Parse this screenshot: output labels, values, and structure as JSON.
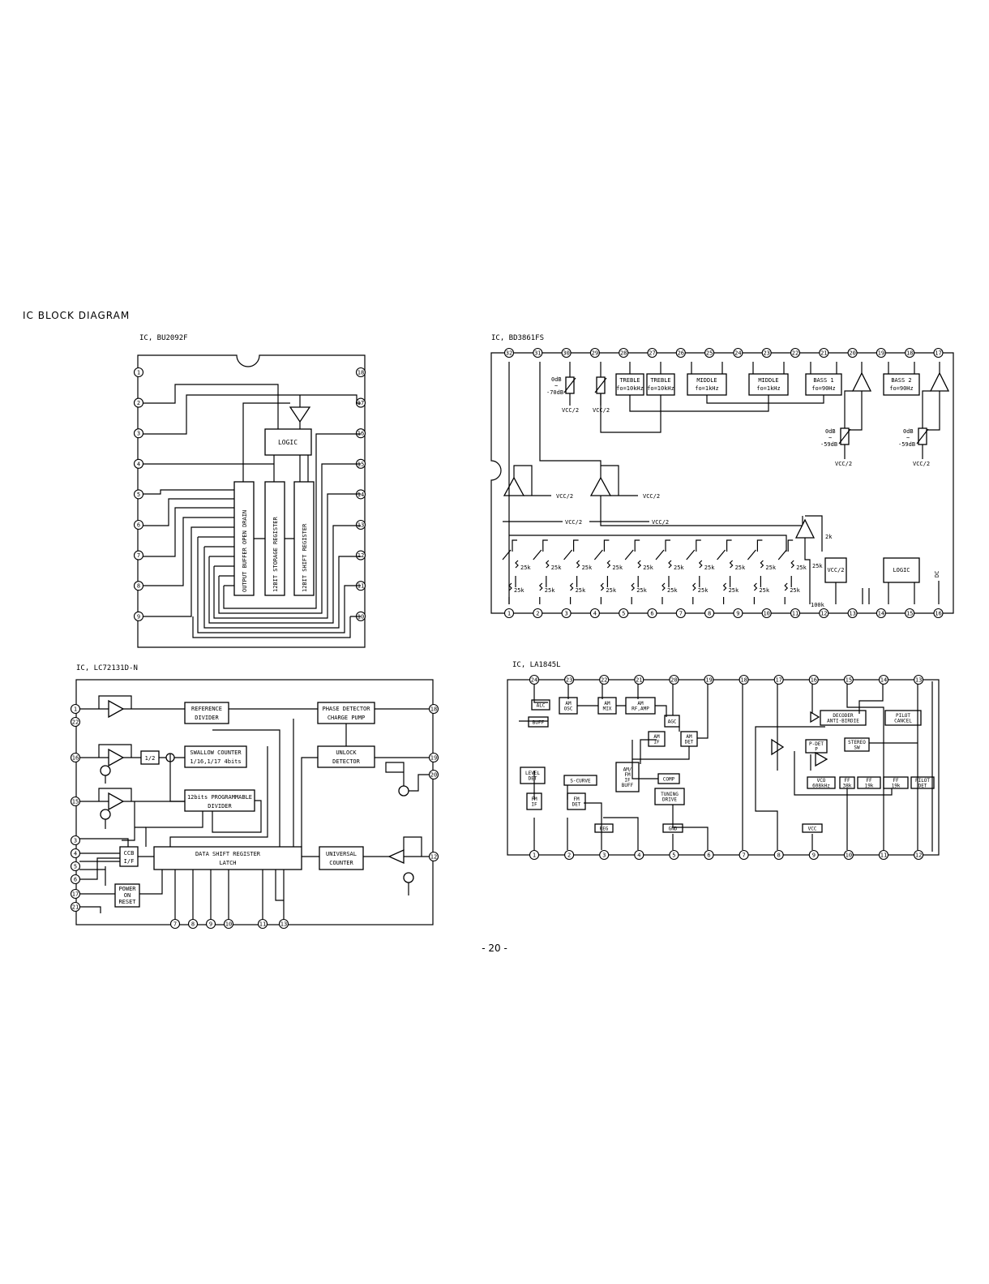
{
  "page": {
    "title": "IC BLOCK DIAGRAM",
    "page_number": "- 20 -"
  },
  "ic1": {
    "title": "IC, BU2092F",
    "pins_left": [
      "1",
      "2",
      "3",
      "4",
      "5",
      "6",
      "7",
      "8",
      "9"
    ],
    "pins_right": [
      "18",
      "17",
      "16",
      "15",
      "14",
      "13",
      "12",
      "11",
      "10"
    ],
    "blocks": {
      "logic": "LOGIC",
      "output_buffer": "OUTPUT BUFFER OPEN DRAIN",
      "storage_reg": "12BIT STORAGE REGISTER",
      "shift_reg": "12BIT SHIFT REGISTER"
    }
  },
  "ic2": {
    "title": "IC, BD3861FS",
    "pins_top": [
      "32",
      "31",
      "30",
      "29",
      "28",
      "27",
      "26",
      "25",
      "24",
      "23",
      "22",
      "21",
      "20",
      "19",
      "18",
      "17"
    ],
    "pins_bottom": [
      "1",
      "2",
      "3",
      "4",
      "5",
      "6",
      "7",
      "8",
      "9",
      "10",
      "11",
      "12",
      "13",
      "14",
      "15",
      "16"
    ],
    "blocks": {
      "treble1_a": "TREBLE",
      "treble1_b": "fo=10kHz",
      "treble2_a": "TREBLE",
      "treble2_b": "fo=10kHz",
      "middle1_a": "MIDDLE",
      "middle1_b": "fo=1kHz",
      "middle2_a": "MIDDLE",
      "middle2_b": "fo=1kHz",
      "bass1_a": "BASS 1",
      "bass1_b": "fo=90Hz",
      "bass2_a": "BASS 2",
      "bass2_b": "fo=90Hz",
      "vcc2": "VCC/2",
      "logic": "LOGIC",
      "vol_0db": "0dB",
      "vol_tilde": "~",
      "vol_70db": "-70dB",
      "vol_59db": "-59dB",
      "res_25k": "25k",
      "res_100k": "100k",
      "res_2k": "2k",
      "dc": "DC"
    }
  },
  "ic3": {
    "title": "IC, LC72131D-N",
    "pins_left": [
      "1",
      "22",
      "16",
      "15",
      "3",
      "4",
      "5",
      "6",
      "17",
      "21"
    ],
    "pins_right": [
      "18",
      "19",
      "20",
      "12"
    ],
    "pins_bottom": [
      "7",
      "8",
      "9",
      "10",
      "11",
      "13"
    ],
    "blocks": {
      "ref_div_a": "REFERENCE",
      "ref_div_b": "DIVIDER",
      "phase_a": "PHASE DETECTOR",
      "phase_b": "CHARGE PUMP",
      "swallow_a": "SWALLOW COUNTER",
      "swallow_b": "1/16,1/17 4bits",
      "half": "1/2",
      "prog_a": "12bits PROGRAMMABLE",
      "prog_b": "DIVIDER",
      "unlock_a": "UNLOCK",
      "unlock_b": "DETECTOR",
      "ccb_a": "CCB",
      "ccb_b": "I/F",
      "data_a": "DATA SHIFT REGISTER",
      "data_b": "LATCH",
      "univ_a": "UNIVERSAL",
      "univ_b": "COUNTER",
      "por_a": "POWER",
      "por_b": "ON",
      "por_c": "RESET"
    }
  },
  "ic4": {
    "title": "IC, LA1845L",
    "pins_top": [
      "24",
      "23",
      "22",
      "21",
      "20",
      "19",
      "18",
      "17",
      "16",
      "15",
      "14",
      "13"
    ],
    "pins_bottom": [
      "1",
      "2",
      "3",
      "4",
      "5",
      "6",
      "7",
      "8",
      "9",
      "10",
      "11",
      "12"
    ],
    "blocks": {
      "alc": "ALC",
      "buff": "BUFF",
      "am_osc_a": "AM",
      "am_osc_b": "OSC",
      "am_mix_a": "AM",
      "am_mix_b": "MIX",
      "am_rf_a": "AM",
      "am_rf_b": "RF,AMP",
      "agc": "AGC",
      "am_if_a": "AM",
      "am_if_b": "IF",
      "am_det_a": "AM",
      "am_det_b": "DET",
      "amfm_a": "AM/",
      "amfm_b": "FM",
      "amfm_c": "IF",
      "amfm_d": "BUFF",
      "comp": "COMP",
      "tuning_a": "TUNING",
      "tuning_b": "DRIVE",
      "level_a": "LEVEL",
      "level_b": "DET",
      "fm_if_a": "FM",
      "fm_if_b": "IF",
      "scurve": "S-CURVE",
      "fm_det_a": "FM",
      "fm_det_b": "DET",
      "decoder_a": "DECODER",
      "decoder_b": "ANTI-BIRDIE",
      "pilot_cancel_a": "PILOT",
      "pilot_cancel_b": "CANCEL",
      "pdet_a": "P-DET",
      "pdet_b": "P",
      "stereo_a": "STEREO",
      "stereo_b": "SW",
      "vco_a": "VCO",
      "vco_b": "608kHz",
      "ff1_a": "FF",
      "ff1_b": "38k",
      "ff2_a": "FF",
      "ff2_b": "19k",
      "ff3_a": "FF",
      "ff3_b": "19k",
      "pilot_det_a": "PILOT",
      "pilot_det_b": "DET",
      "reg": "REG",
      "gnd": "GND",
      "vcc": "VCC"
    }
  }
}
